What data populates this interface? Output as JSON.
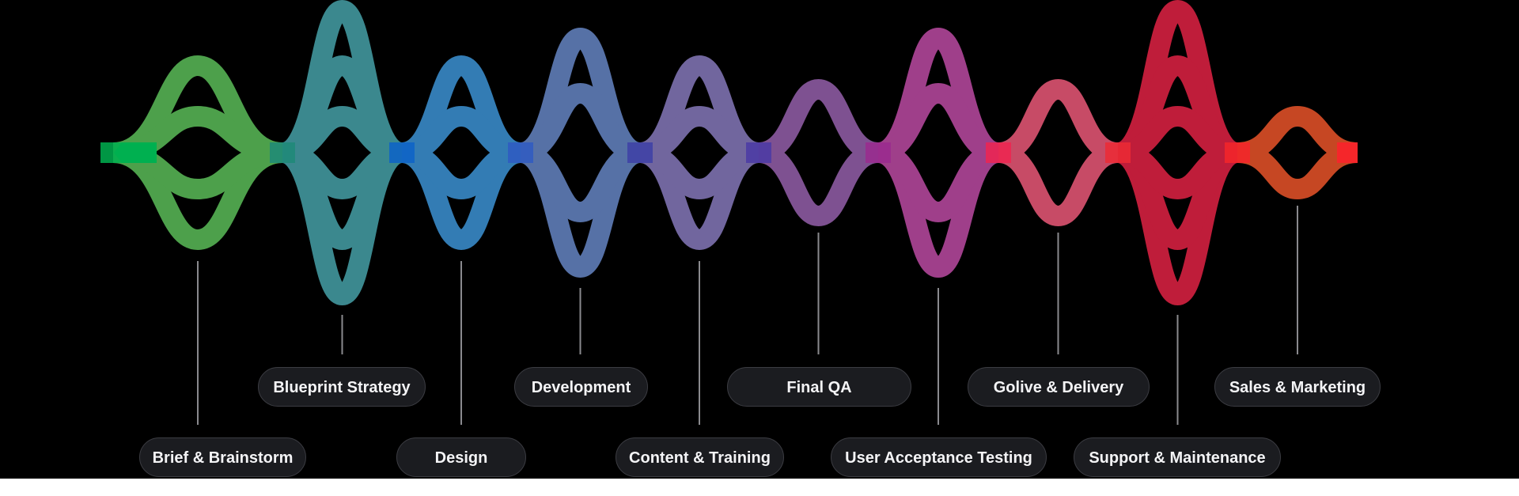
{
  "stages": [
    {
      "label": "Brief & Brainstorm",
      "color": "#5ec45c"
    },
    {
      "label": "Blueprint Strategy",
      "color": "#49a6ae"
    },
    {
      "label": "Design",
      "color": "#3f98dc"
    },
    {
      "label": "Development",
      "color": "#6a8acb"
    },
    {
      "label": "Content & Training",
      "color": "#8a7dc1"
    },
    {
      "label": "Final QA",
      "color": "#9a63b1"
    },
    {
      "label": "User Acceptance Testing",
      "color": "#c34da9"
    },
    {
      "label": "Golive & Delivery",
      "color": "#f35b7c"
    },
    {
      "label": "Support & Maintenance",
      "color": "#ea2447"
    },
    {
      "label": "Sales & Marketing",
      "color": "#f1572b"
    }
  ],
  "connectors": [
    "#00b050",
    "#1e8a78",
    "#0d63c8",
    "#2f5bc2",
    "#3d3fa6",
    "#4a3aa5",
    "#9a2a8e",
    "#ef2450",
    "#ec2a35",
    "#f5262a"
  ]
}
